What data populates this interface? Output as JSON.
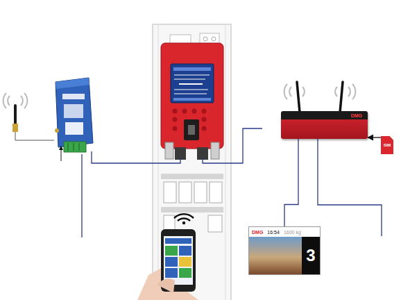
{
  "diagram": {
    "nodes": [
      {
        "text": [
          "DMG"
        ]
      },
      {
        "text": [
          "SIM"
        ]
      },
      {
        "text": [
          "DMG",
          "16:54",
          "1600 kg",
          "3"
        ]
      }
    ],
    "edges": [
      {
        "from": 1,
        "to": 0,
        "arrow": "to"
      },
      {
        "from": 0,
        "to": 2,
        "arrow": "none"
      }
    ]
  }
}
